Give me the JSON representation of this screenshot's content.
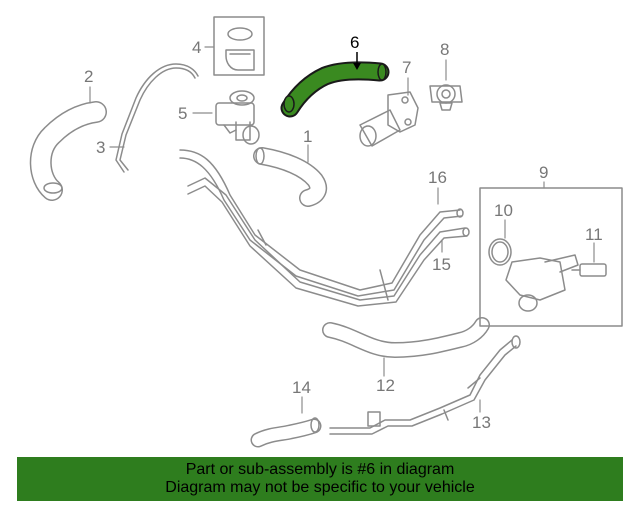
{
  "diagram": {
    "callouts": {
      "c1": "1",
      "c2": "2",
      "c3": "3",
      "c4": "4",
      "c5": "5",
      "c6": "6",
      "c7": "7",
      "c8": "8",
      "c9": "9",
      "c10": "10",
      "c11": "11",
      "c12": "12",
      "c13": "13",
      "c14": "14",
      "c15": "15",
      "c16": "16"
    },
    "highlighted_part": "6",
    "colors": {
      "highlight_fill": "#3a8a20",
      "line": "#8c8c8c",
      "label_gray": "#777777",
      "label_highlight": "#000000"
    }
  },
  "banner": {
    "line1": "Part or sub-assembly is #6 in diagram",
    "line2": "Diagram may not be specific to your vehicle",
    "background": "#2e7d1e"
  }
}
